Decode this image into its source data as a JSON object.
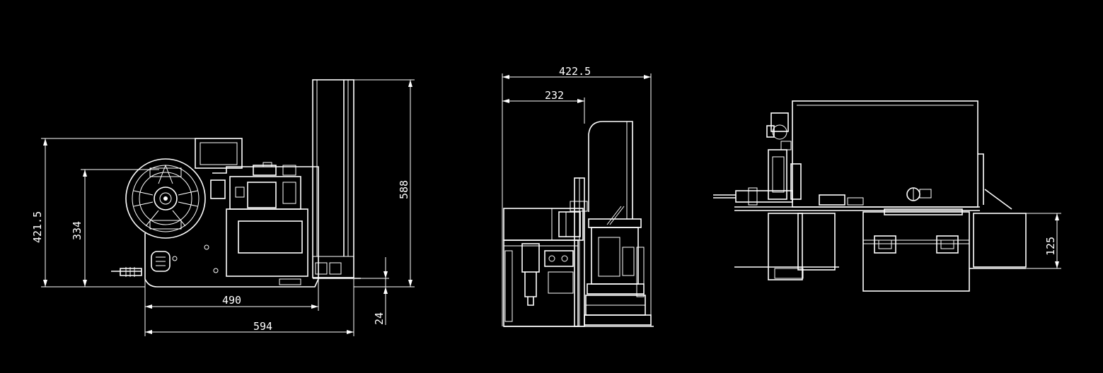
{
  "background_color": "#000000",
  "line_color": "#ffffff",
  "views": {
    "front": {
      "dim_height_total": "421.5",
      "dim_height_reel": "334",
      "dim_height_tower": "588",
      "dim_width_base": "490",
      "dim_width_total": "594",
      "dim_foot": "24"
    },
    "side": {
      "dim_width_total": "422.5",
      "dim_width_partial": "232"
    },
    "top": {
      "dim_height": "125"
    }
  }
}
